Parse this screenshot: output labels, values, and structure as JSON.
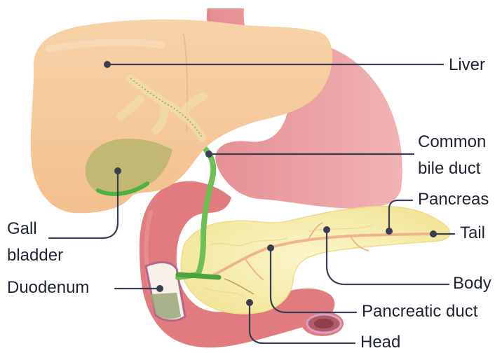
{
  "labels": {
    "liver": "Liver",
    "common_bile_duct_line1": "Common",
    "common_bile_duct_line2": "bile duct",
    "pancreas": "Pancreas",
    "tail": "Tail",
    "gall_bladder_line1": "Gall",
    "gall_bladder_line2": "bladder",
    "duodenum": "Duodenum",
    "body": "Body",
    "pancreatic_duct": "Pancreatic duct",
    "head": "Head"
  },
  "colors": {
    "liver": "#f6cc9f",
    "stomach": "#e89a9e",
    "duodenum": "#e17b80",
    "pancreas": "#f8f0b4",
    "bile_duct": "#6fbf56",
    "gall_bladder": "#b9b56d",
    "leader_line": "#3a3d52"
  }
}
